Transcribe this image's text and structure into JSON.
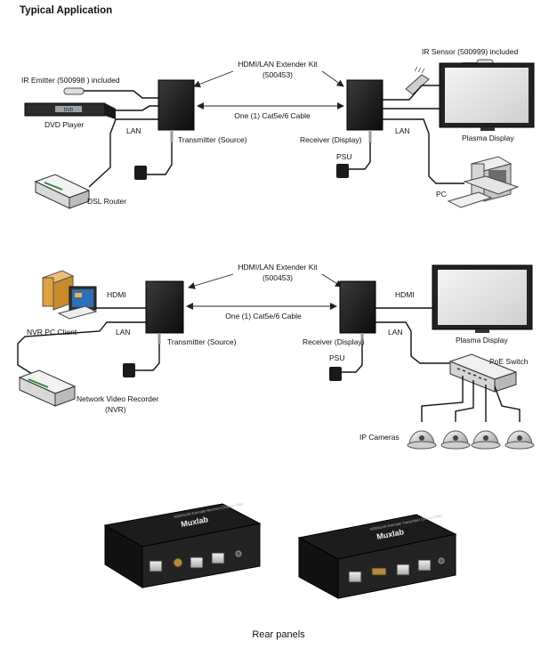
{
  "title": "Typical Application",
  "diagram1": {
    "kit_label": "HDMI/LAN Extender  Kit",
    "kit_part": "(500453)",
    "ir_emitter": "IR Emitter (500998 ) included",
    "ir_sensor": "IR Sensor (500999) included",
    "dvd_player": "DVD Player",
    "dvd_screen_text": "DVD",
    "cable": "One (1) Cat5e/6 Cable",
    "lan_left": "LAN",
    "lan_right": "LAN",
    "transmitter": "Transmitter (Source)",
    "receiver": "Receiver (Display)",
    "psu": "PSU",
    "plasma": "Plasma Display",
    "dsl_router": "DSL Router",
    "pc": "PC"
  },
  "diagram2": {
    "kit_label": "HDMI/LAN Extender  Kit",
    "kit_part": "(500453)",
    "hdmi_left": "HDMI",
    "hdmi_right": "HDMI",
    "nvr_pc": "NVR PC Client",
    "cable": "One (1) Cat5e/6 Cable",
    "lan_left": "LAN",
    "lan_right": "LAN",
    "transmitter": "Transmitter (Source)",
    "receiver": "Receiver (Display)",
    "psu": "PSU",
    "plasma": "Plasma Display",
    "poe_switch": "PoE Switch",
    "nvr_line1": "Network Video Recorder",
    "nvr_line2": "(NVR)",
    "ip_cameras": "IP Cameras"
  },
  "photo": {
    "brand": "Muxlab",
    "left_unit_text": "HDMI/LAN Extender Receiver (Display Side)",
    "right_unit_text": "HDMI/LAN Extender Transmitter (Source Side)"
  },
  "caption": "Rear panels"
}
